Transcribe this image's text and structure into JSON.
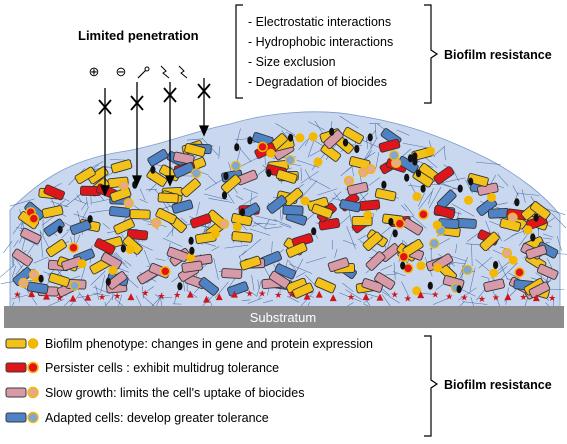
{
  "top": {
    "limited_penetration": "Limited penetration",
    "symbols": [
      "⊕",
      "⊖"
    ],
    "mechanisms": [
      "- Electrostatic interactions",
      "- Hydrophobic interactions",
      "- Size exclusion",
      "- Degradation of biocides"
    ],
    "right_label": "Biofilm resistance"
  },
  "substratum": "Substratum",
  "legend": {
    "items": [
      "Biofilm phenotype: changes in gene and protein expression",
      "Persister cells : exhibit multidrug tolerance",
      "Slow growth: limits the cell's uptake of biocides",
      "Adapted cells: develop greater tolerance"
    ],
    "right_label": "Biofilm resistance"
  },
  "colors": {
    "matrix": "#c9d8ee",
    "phenotype_cell": "#f2c21a",
    "phenotype_dot": "#f5b800",
    "persister_cell": "#e0151b",
    "slow_growth_cell": "#d79aa8",
    "adapted_cell": "#4f82c4",
    "substratum": "#8c8c8c",
    "star": "#d0141a"
  },
  "icons": [
    "positive-charge-icon",
    "negative-charge-icon",
    "molecule-icon",
    "lightning-icon",
    "block-x-icon",
    "star-icon"
  ]
}
